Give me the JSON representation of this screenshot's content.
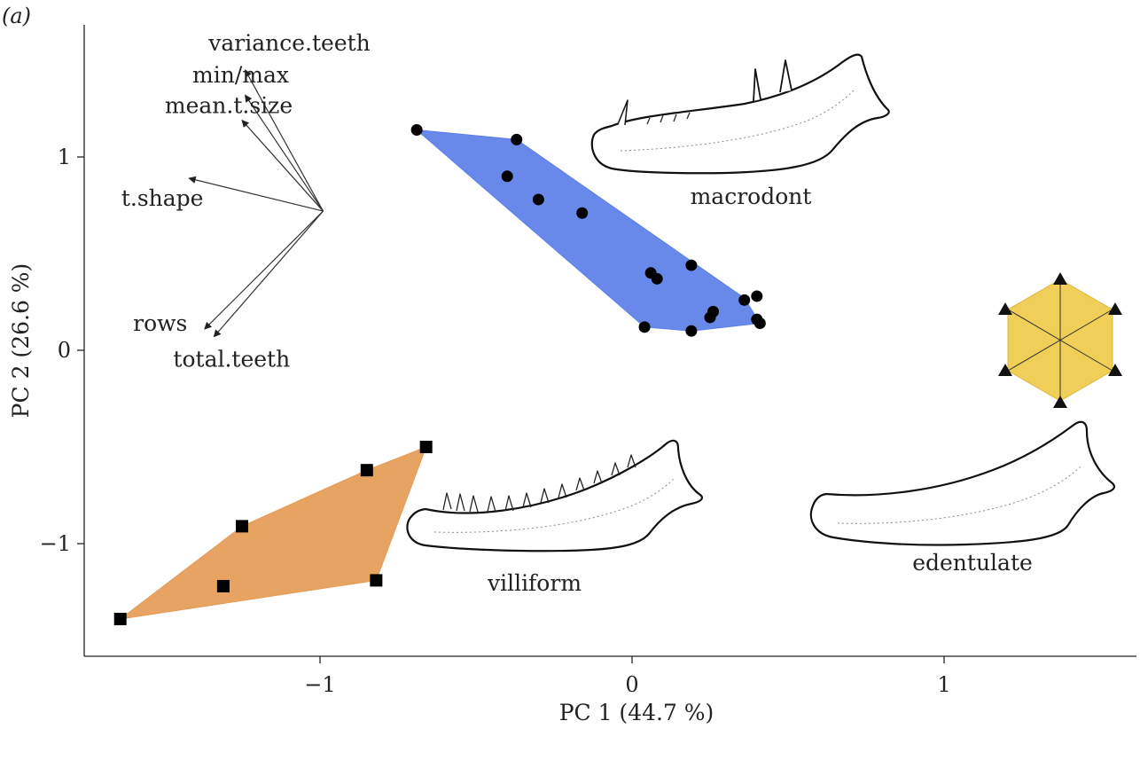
{
  "panel_label": "(a)",
  "colors": {
    "macrodont_fill": "#5b7fe8",
    "villiform_fill": "#e59b54",
    "edentulate_fill": "#f0cf59",
    "point": "#000000",
    "axis": "#222222"
  },
  "chart_data": {
    "type": "scatter",
    "xlabel": "PC 1 (44.7 %)",
    "ylabel": "PC 2 (26.6 %)",
    "xlim": [
      -1.72,
      1.62
    ],
    "ylim": [
      -1.58,
      1.68
    ],
    "x_ticks": [
      {
        "value": -1,
        "label": "−1"
      },
      {
        "value": 0,
        "label": "0"
      },
      {
        "value": 1,
        "label": "1"
      }
    ],
    "y_ticks": [
      {
        "value": -1,
        "label": "−1"
      },
      {
        "value": 0,
        "label": "0"
      },
      {
        "value": 1,
        "label": "1"
      }
    ],
    "grid": false,
    "series": [
      {
        "name": "macrodont",
        "marker": "circle",
        "color": "#5b7fe8",
        "points": [
          [
            -0.69,
            1.14
          ],
          [
            -0.37,
            1.09
          ],
          [
            -0.4,
            0.9
          ],
          [
            -0.3,
            0.78
          ],
          [
            -0.16,
            0.71
          ],
          [
            0.06,
            0.4
          ],
          [
            0.08,
            0.37
          ],
          [
            0.19,
            0.44
          ],
          [
            0.36,
            0.26
          ],
          [
            0.4,
            0.28
          ],
          [
            0.26,
            0.2
          ],
          [
            0.25,
            0.17
          ],
          [
            0.4,
            0.16
          ],
          [
            0.41,
            0.14
          ],
          [
            0.04,
            0.12
          ],
          [
            0.19,
            0.1
          ]
        ],
        "hull": [
          [
            -0.69,
            1.14
          ],
          [
            -0.37,
            1.09
          ],
          [
            0.36,
            0.27
          ],
          [
            0.41,
            0.14
          ],
          [
            0.19,
            0.1
          ],
          [
            0.04,
            0.12
          ]
        ]
      },
      {
        "name": "villiform",
        "marker": "square",
        "color": "#e59b54",
        "points": [
          [
            -0.66,
            -0.5
          ],
          [
            -0.85,
            -0.62
          ],
          [
            -1.25,
            -0.91
          ],
          [
            -1.31,
            -1.22
          ],
          [
            -0.82,
            -1.19
          ],
          [
            -1.64,
            -1.39
          ]
        ],
        "hull": [
          [
            -0.66,
            -0.5
          ],
          [
            -0.82,
            -1.19
          ],
          [
            -1.64,
            -1.39
          ],
          [
            -1.25,
            -0.91
          ],
          [
            -0.85,
            -0.62
          ]
        ]
      }
    ],
    "loadings": [
      {
        "label": "variance.teeth",
        "dx": -0.25,
        "dy": 0.73
      },
      {
        "label": "min/max",
        "dx": -0.25,
        "dy": 0.6
      },
      {
        "label": "mean.t.size",
        "dx": -0.26,
        "dy": 0.47
      },
      {
        "label": "t.shape",
        "dx": -0.43,
        "dy": 0.17
      },
      {
        "label": "rows",
        "dx": -0.38,
        "dy": -0.61
      },
      {
        "label": "total.teeth",
        "dx": -0.35,
        "dy": -0.65
      }
    ],
    "loading_origin": [
      -0.99,
      0.72
    ]
  },
  "annotations": {
    "macrodont": "macrodont",
    "villiform": "villiform",
    "edentulate": "edentulate"
  }
}
